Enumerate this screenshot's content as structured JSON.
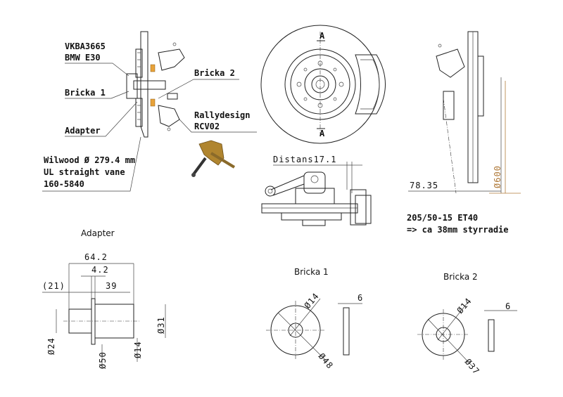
{
  "assembly_labels": {
    "bearing_part": "VKBA3665",
    "bearing_car": "BMW E30",
    "bricka1": "Bricka 1",
    "adapter": "Adapter",
    "bricka2": "Bricka 2",
    "upright_brand": "Rallydesign",
    "upright_model": "RCV02",
    "disc_line1": "Wilwood Ø 279.4 mm",
    "disc_line2": "UL straight vane",
    "disc_line3": "160-5840"
  },
  "front_view": {
    "section_top": "A",
    "section_bottom": "A"
  },
  "top_view": {
    "spacer_label": "Distans17.1"
  },
  "side_view": {
    "offset_dim": "78.35",
    "wheel_dia": "Ø600",
    "tire_spec": "205/50-15 ET40",
    "scrub_note": "=> ca 38mm styrradie",
    "wheel_dim_color": "#b07a3a"
  },
  "adapter_detail": {
    "title": "Adapter",
    "len_total": "64.2",
    "len_flange": "4.2",
    "len_left": "(21)",
    "len_right": "39",
    "dia_left": "Ø24",
    "dia_flange": "Ø50",
    "dia_bore": "Ø14",
    "dia_right": "Ø31"
  },
  "bricka1_detail": {
    "title": "Bricka 1",
    "inner": "Ø14",
    "thickness": "6",
    "outer": "Ø48"
  },
  "bricka2_detail": {
    "title": "Bricka 2",
    "inner": "Ø14",
    "thickness": "6",
    "outer": "Ø37"
  },
  "colors": {
    "washer_orange": "#e8a23a",
    "upright_bronze": "#b0852f"
  }
}
